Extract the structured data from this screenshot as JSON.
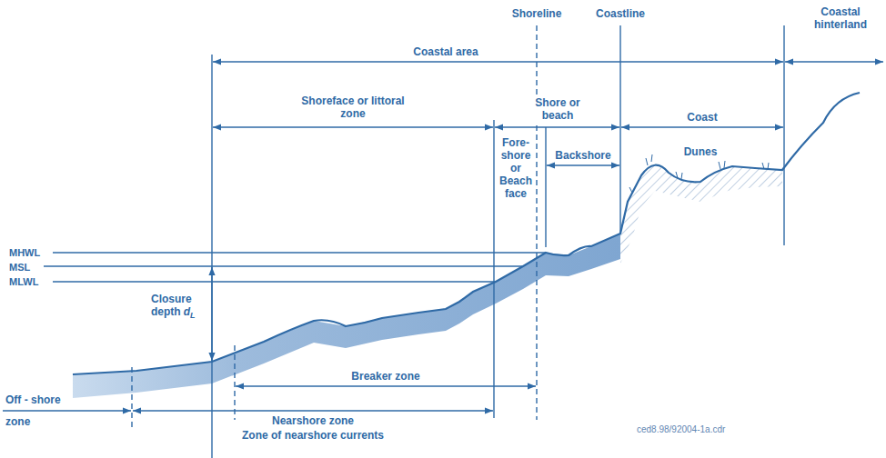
{
  "diagram": {
    "labels": [
      "Shoreline",
      "Coastline",
      "Coastal hinterland",
      "Coastal area",
      "Shoreface or littoral zone",
      "Shore or beach",
      "Coast",
      "Fore-shore or Beach face",
      "Backshore",
      "Dunes",
      "MHWL",
      "MSL",
      "MLWL",
      "Closure depth",
      "d",
      "L",
      "Breaker zone",
      "Nearshore zone",
      "Zone of nearshore currents",
      "Off - shore zone",
      "ced8.98/92004-1a.cdr"
    ]
  }
}
